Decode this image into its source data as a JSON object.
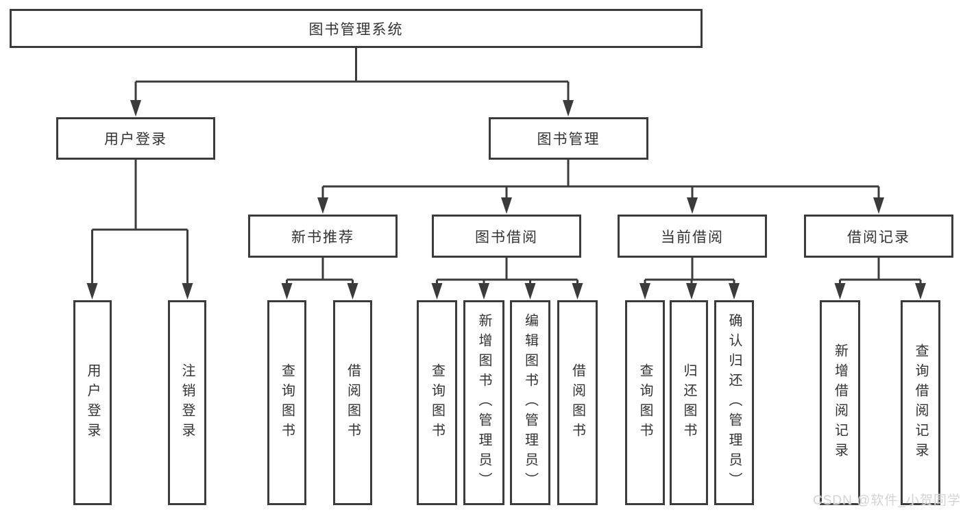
{
  "tree": {
    "root": {
      "label": "图书管理系统",
      "children": [
        {
          "label": "用户登录",
          "children": [
            {
              "label": "用户登录"
            },
            {
              "label": "注销登录"
            }
          ]
        },
        {
          "label": "图书管理",
          "children": [
            {
              "label": "新书推荐",
              "children": [
                {
                  "label": "查询图书"
                },
                {
                  "label": "借阅图书"
                }
              ]
            },
            {
              "label": "图书借阅",
              "children": [
                {
                  "label": "查询图书"
                },
                {
                  "label": "新增图书（管理员）"
                },
                {
                  "label": "编辑图书（管理员）"
                },
                {
                  "label": "借阅图书"
                }
              ]
            },
            {
              "label": "当前借阅",
              "children": [
                {
                  "label": "查询图书"
                },
                {
                  "label": "归还图书"
                },
                {
                  "label": "确认归还（管理员）"
                }
              ]
            },
            {
              "label": "借阅记录",
              "children": [
                {
                  "label": "新增借阅记录"
                },
                {
                  "label": "查询借阅记录"
                }
              ]
            }
          ]
        }
      ]
    }
  },
  "watermark": {
    "text": "CSDN @软件_小贺同学"
  },
  "colors": {
    "line": "#3b3b3b",
    "text": "#333333",
    "watermark": "#d3d3d3",
    "background": "#ffffff"
  }
}
